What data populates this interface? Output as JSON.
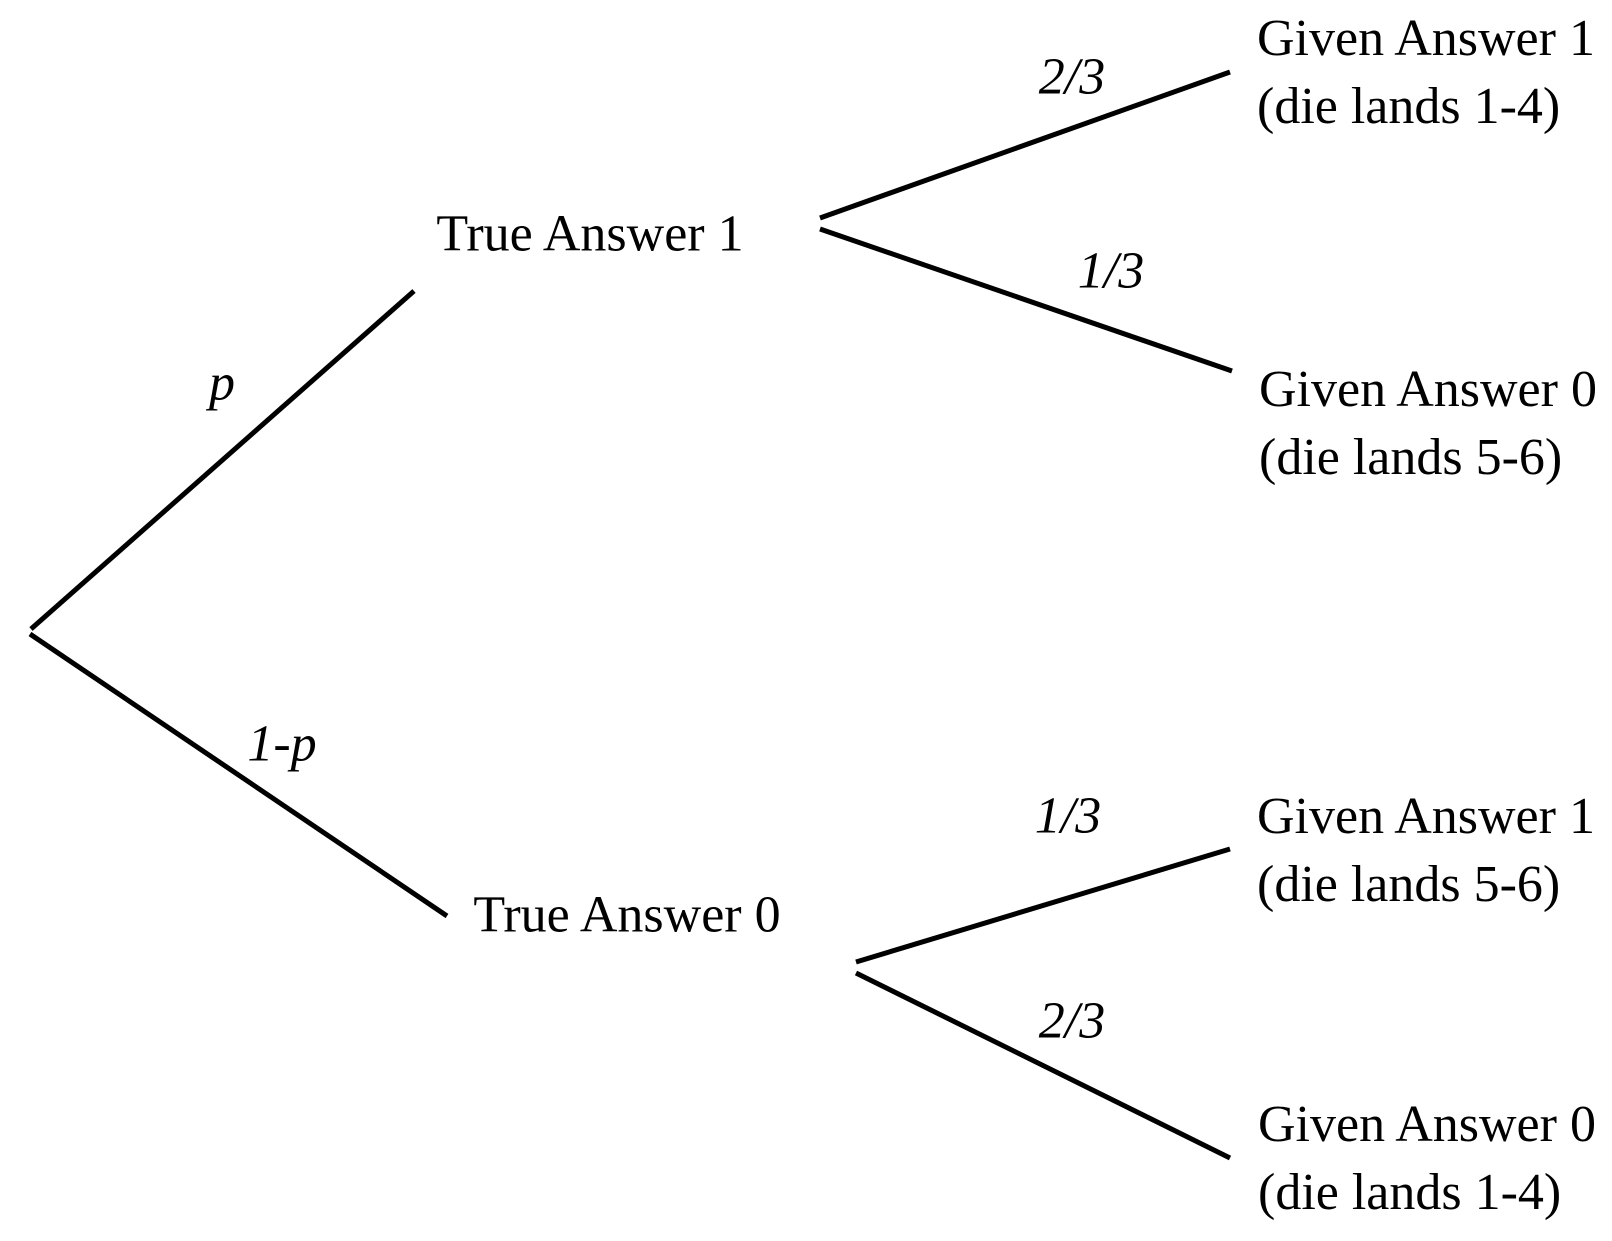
{
  "diagram": {
    "kind": "probability-tree",
    "colors": {
      "background": "#ffffff",
      "line": "#000000",
      "text": "#000000"
    }
  },
  "tree": {
    "root": {
      "branches": [
        {
          "probability": "p",
          "node": {
            "label": "True Answer 1"
          },
          "children": [
            {
              "probability": "2/3",
              "outcome": "Given Answer 1",
              "detail": "(die lands 1-4)"
            },
            {
              "probability": "1/3",
              "outcome": "Given Answer 0",
              "detail": "(die lands 5-6)"
            }
          ]
        },
        {
          "probability": "1-p",
          "node": {
            "label": "True Answer 0"
          },
          "children": [
            {
              "probability": "1/3",
              "outcome": "Given Answer 1",
              "detail": "(die lands 5-6)"
            },
            {
              "probability": "2/3",
              "outcome": "Given Answer 0",
              "detail": "(die lands 1-4)"
            }
          ]
        }
      ]
    }
  }
}
